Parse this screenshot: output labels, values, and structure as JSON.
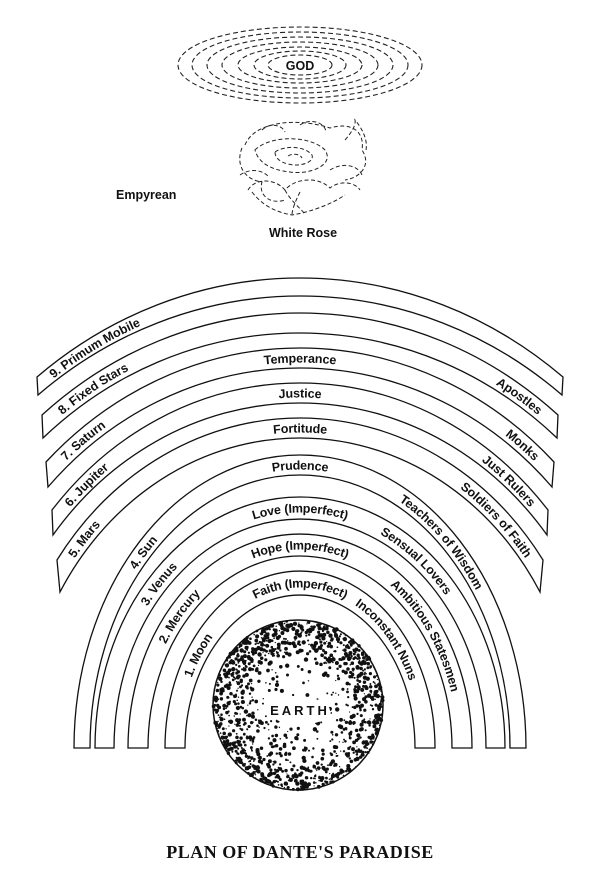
{
  "title": "PLAN OF DANTE'S PARADISE",
  "god": "GOD",
  "empyrean": "Empyrean",
  "white_rose": "White Rose",
  "earth": "EARTH",
  "spheres": [
    {
      "name": "1. Moon",
      "virtue": "Faith (Imperfect)",
      "souls": "Inconstant Nuns"
    },
    {
      "name": "2. Mercury",
      "virtue": "Hope (Imperfect)",
      "souls": "Ambitious Statesmen"
    },
    {
      "name": "3. Venus",
      "virtue": "Love (Imperfect)",
      "souls": "Sensual Lovers"
    },
    {
      "name": "4. Sun",
      "virtue": "Prudence",
      "souls": "Teachers of Wisdom"
    },
    {
      "name": "5. Mars",
      "virtue": "Fortitude",
      "souls": "Soldiers of Faith"
    },
    {
      "name": "6. Jupiter",
      "virtue": "Justice",
      "souls": "Just Rulers"
    },
    {
      "name": "7. Saturn",
      "virtue": "Temperance",
      "souls": "Monks"
    },
    {
      "name": "8. Fixed Stars",
      "virtue": "",
      "souls": "Apostles"
    },
    {
      "name": "9. Primum Mobile",
      "virtue": "",
      "souls": ""
    }
  ]
}
